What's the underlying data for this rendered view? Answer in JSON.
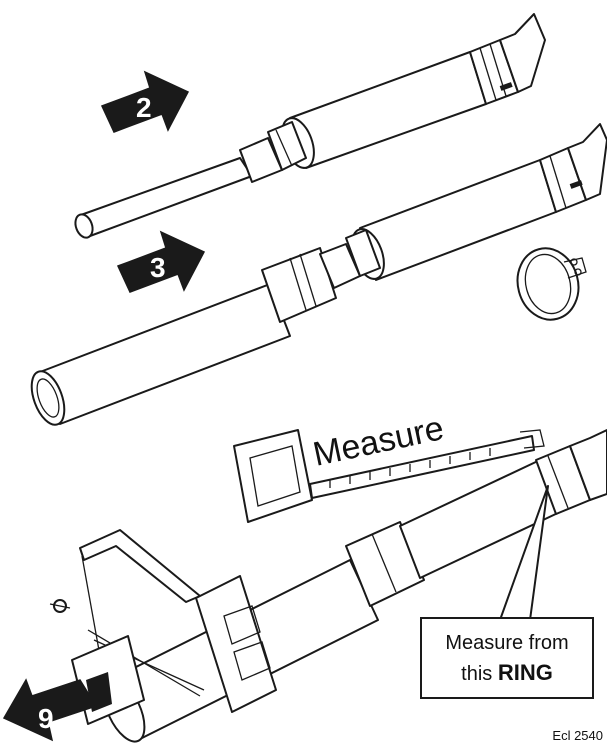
{
  "steps": {
    "step_2": "2",
    "step_3": "3",
    "step_9": "9"
  },
  "tape_label": "Measure",
  "callout": {
    "line1": "Measure from",
    "line2_prefix": "this",
    "line2_emphasis": "RING"
  },
  "reference_code": "Ecl 2540"
}
